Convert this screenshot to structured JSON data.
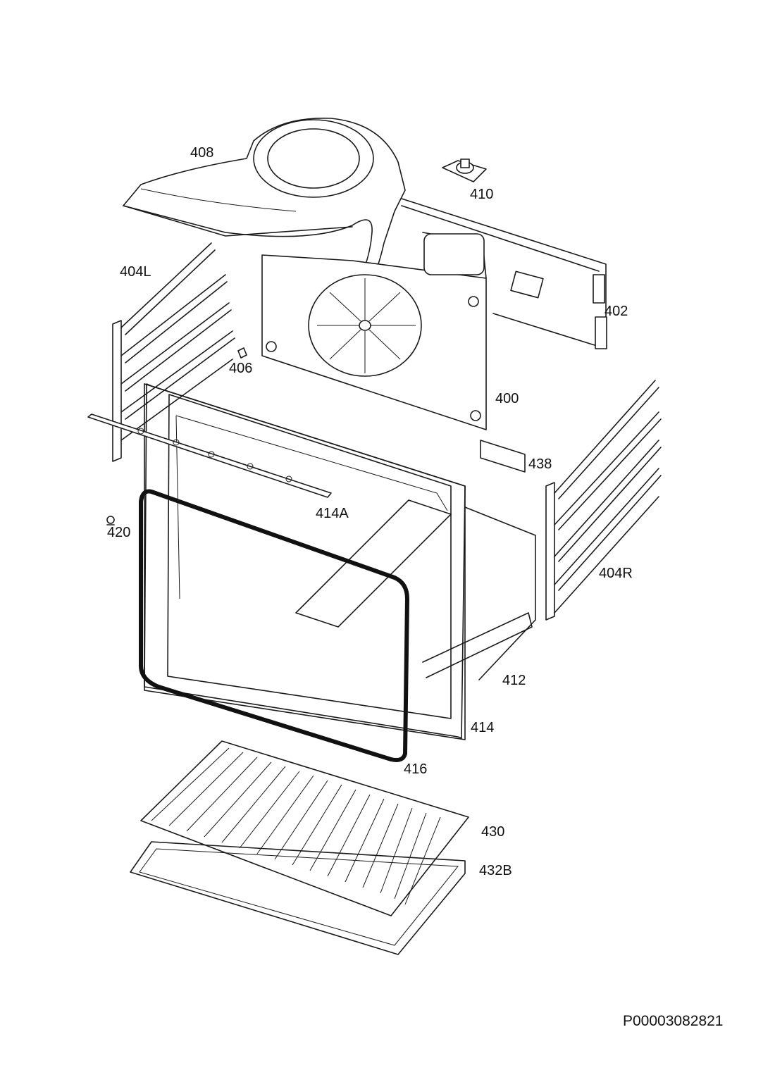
{
  "labels": {
    "408": "408",
    "410": "410",
    "404L": "404L",
    "402": "402",
    "406": "406",
    "400": "400",
    "438": "438",
    "414A": "414A",
    "420": "420",
    "404R": "404R",
    "412": "412",
    "414": "414",
    "416": "416",
    "430": "430",
    "432B": "432B"
  },
  "drawing_code": "P00003082821"
}
